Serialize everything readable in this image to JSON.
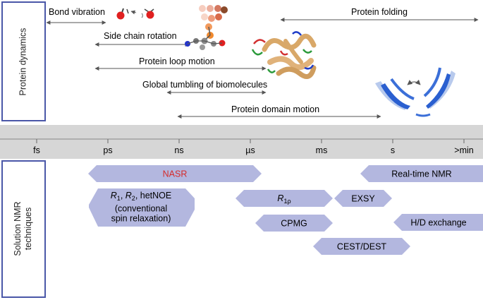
{
  "side_labels": {
    "protein_dynamics": "Protein dynamics",
    "nmr_line1": "Solution NMR",
    "nmr_line2": "techniques"
  },
  "timescale_ticks": [
    "fs",
    "ps",
    "ns",
    "µs",
    "ms",
    "s",
    ">min"
  ],
  "dynamics": {
    "bond_vibration": "Bond vibration",
    "side_chain_rotation": "Side chain rotation",
    "protein_loop_motion": "Protein loop motion",
    "global_tumbling": "Global tumbling of biomolecules",
    "protein_domain_motion": "Protein domain motion",
    "protein_folding": "Protein folding"
  },
  "techniques": {
    "nasr": "NASR",
    "relax_line1_r": "R",
    "relax_line1_sub1": "1",
    "relax_line1_comma": ", ",
    "relax_line1_r2": "R",
    "relax_line1_sub2": "2",
    "relax_line1_rest": ", hetNOE",
    "relax_line2": "(conventional",
    "relax_line3": "spin relaxation)",
    "r1rho_r": "R",
    "r1rho_sub": "1ρ",
    "cpmg": "CPMG",
    "cest": "CEST/DEST",
    "exsy": "EXSY",
    "realtime": "Real-time NMR",
    "hd_exchange": "H/D exchange"
  },
  "colors": {
    "box_border": "#4a57a8",
    "pill_fill": "#b3b7df",
    "band_fill": "#d6d6d6",
    "nasr_text": "#d52b2b",
    "arrow": "#555555"
  }
}
